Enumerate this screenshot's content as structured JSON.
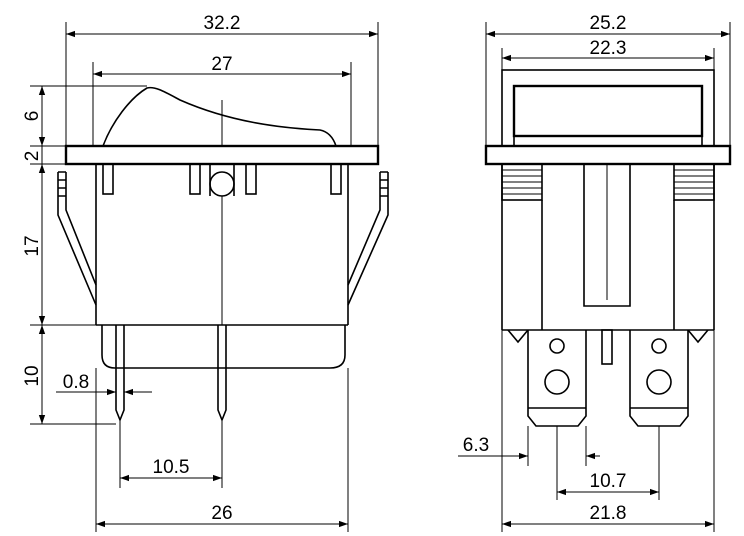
{
  "dimensions": {
    "side_overall_width": "32.2",
    "side_rocker_width": "27",
    "rocker_height": "6",
    "flange_thickness": "2",
    "body_height": "17",
    "terminal_length": "10",
    "pin_thickness": "0.8",
    "pin_pitch": "10.5",
    "body_width": "26",
    "front_overall_width": "25.2",
    "front_rocker_width": "22.3",
    "terminal_width": "6.3",
    "terminal_pitch": "10.7",
    "front_body_width": "21.8"
  },
  "colors": {
    "line": "#000000",
    "background": "#ffffff"
  }
}
